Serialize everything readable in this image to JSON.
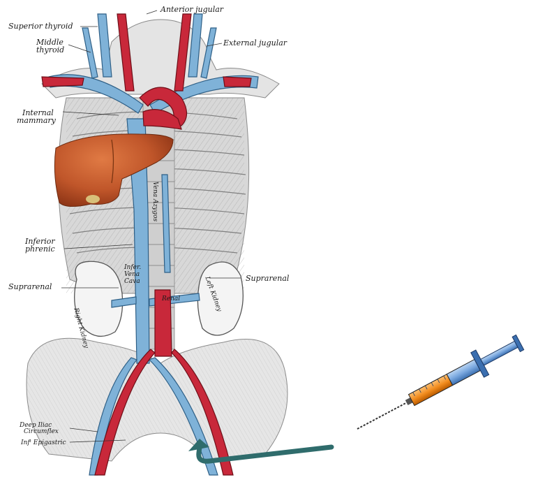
{
  "labels": {
    "anterior_jugular": "Anterior jugular",
    "superior_thyroid": "Superior thyroid",
    "middle_thyroid_line1": "Middle",
    "middle_thyroid_line2": "thyroid",
    "external_jugular": "External jugular",
    "internal_mammary_line1": "Internal",
    "internal_mammary_line2": "mammary",
    "inferior_phrenic_line1": "Inferior",
    "inferior_phrenic_line2": "phrenic",
    "suprarenal_left_side": "Suprarenal",
    "suprarenal_right_side": "Suprarenal",
    "deep_iliac_circumflex_line1": "Deep Iliac",
    "deep_iliac_circumflex_line2": "Circumflex",
    "inf_epigastric": "Infᵗ Epigastric",
    "right_kidney": "Right Kidney",
    "left_kidney": "Left Kidney",
    "inferior_vena_cava": "Infer. Vena Cava",
    "renal": "Renal",
    "vena_azygos": "Vena Azygos"
  },
  "colors": {
    "artery_red": "#c8283a",
    "vein_blue": "#7fb2d8",
    "vein_outline": "#2e5f86",
    "liver": "#c0562a",
    "syringe_barrel": "#7aa8df",
    "syringe_liquid": "#f08a1c",
    "arrow": "#2f6c6c",
    "bone_gray": "#bdbdbd"
  },
  "icons": {
    "syringe": "syringe-icon",
    "liver": "liver-image",
    "arrow": "curved-arrow"
  }
}
